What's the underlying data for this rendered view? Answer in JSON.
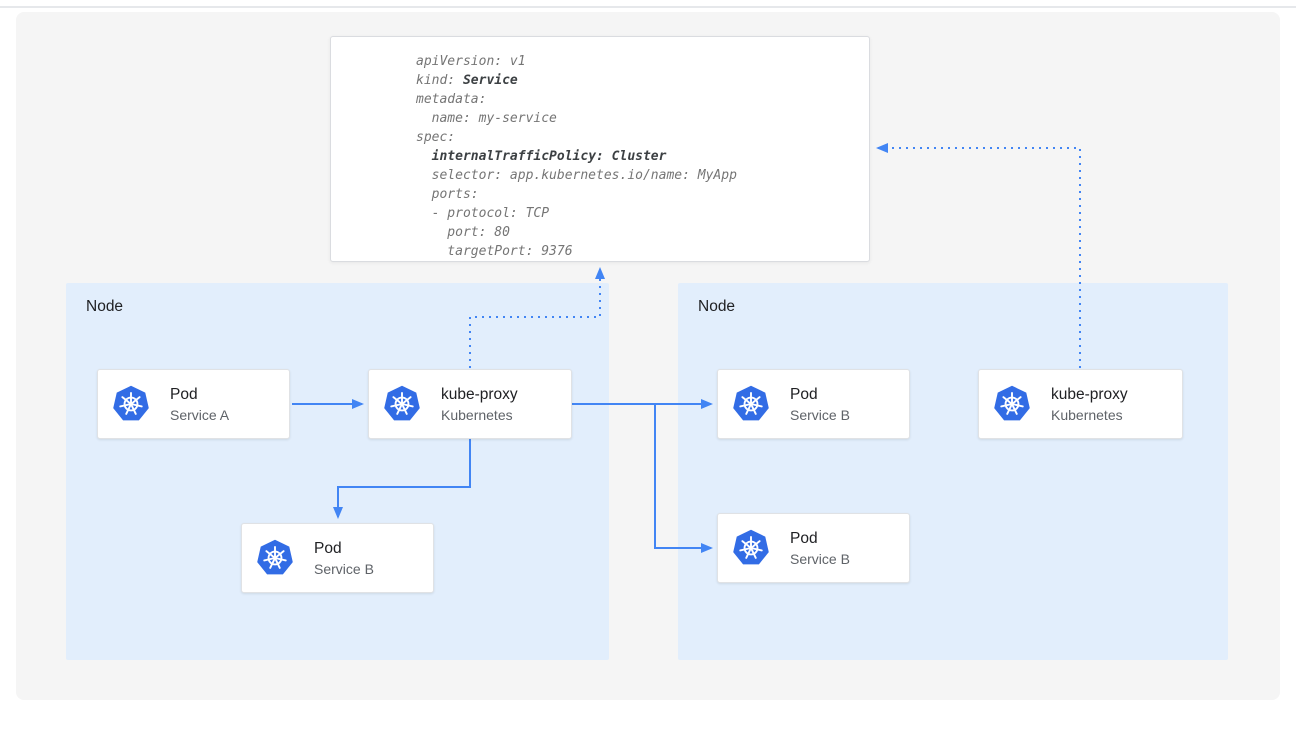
{
  "yaml_card": {
    "lines": [
      [
        {
          "t": "apiVersion: v1",
          "b": false
        }
      ],
      [
        {
          "t": "kind: ",
          "b": false
        },
        {
          "t": "Service",
          "b": true
        }
      ],
      [
        {
          "t": "metadata:",
          "b": false
        }
      ],
      [
        {
          "t": "  name: my-service",
          "b": false
        }
      ],
      [
        {
          "t": "spec:",
          "b": false
        }
      ],
      [
        {
          "t": "  ",
          "b": false
        },
        {
          "t": "internalTrafficPolicy: Cluster",
          "b": true
        }
      ],
      [
        {
          "t": "  selector: app.kubernetes.io/name: MyApp",
          "b": false
        }
      ],
      [
        {
          "t": "  ports:",
          "b": false
        }
      ],
      [
        {
          "t": "  - protocol: TCP",
          "b": false
        }
      ],
      [
        {
          "t": "    port: 80",
          "b": false
        }
      ],
      [
        {
          "t": "    targetPort: 9376",
          "b": false
        }
      ]
    ]
  },
  "nodes": {
    "left": {
      "label": "Node"
    },
    "right": {
      "label": "Node"
    }
  },
  "cards": {
    "pod_a": {
      "title": "Pod",
      "subtitle": "Service A",
      "icon": "kubernetes-logo"
    },
    "kube_proxy_left": {
      "title": "kube-proxy",
      "subtitle": "Kubernetes",
      "icon": "kubernetes-logo"
    },
    "pod_b_left": {
      "title": "Pod",
      "subtitle": "Service B",
      "icon": "kubernetes-logo"
    },
    "pod_b_right_top": {
      "title": "Pod",
      "subtitle": "Service B",
      "icon": "kubernetes-logo"
    },
    "pod_b_right_bottom": {
      "title": "Pod",
      "subtitle": "Service B",
      "icon": "kubernetes-logo"
    },
    "kube_proxy_right": {
      "title": "kube-proxy",
      "subtitle": "Kubernetes",
      "icon": "kubernetes-logo"
    }
  },
  "colors": {
    "arrow_blue": "#4285f4",
    "kubernetes_blue": "#326ce5",
    "node_background": "#e2eefc",
    "panel_background": "#f5f5f5",
    "yaml_text": "#757575",
    "yaml_bold_text": "#3c4043"
  }
}
